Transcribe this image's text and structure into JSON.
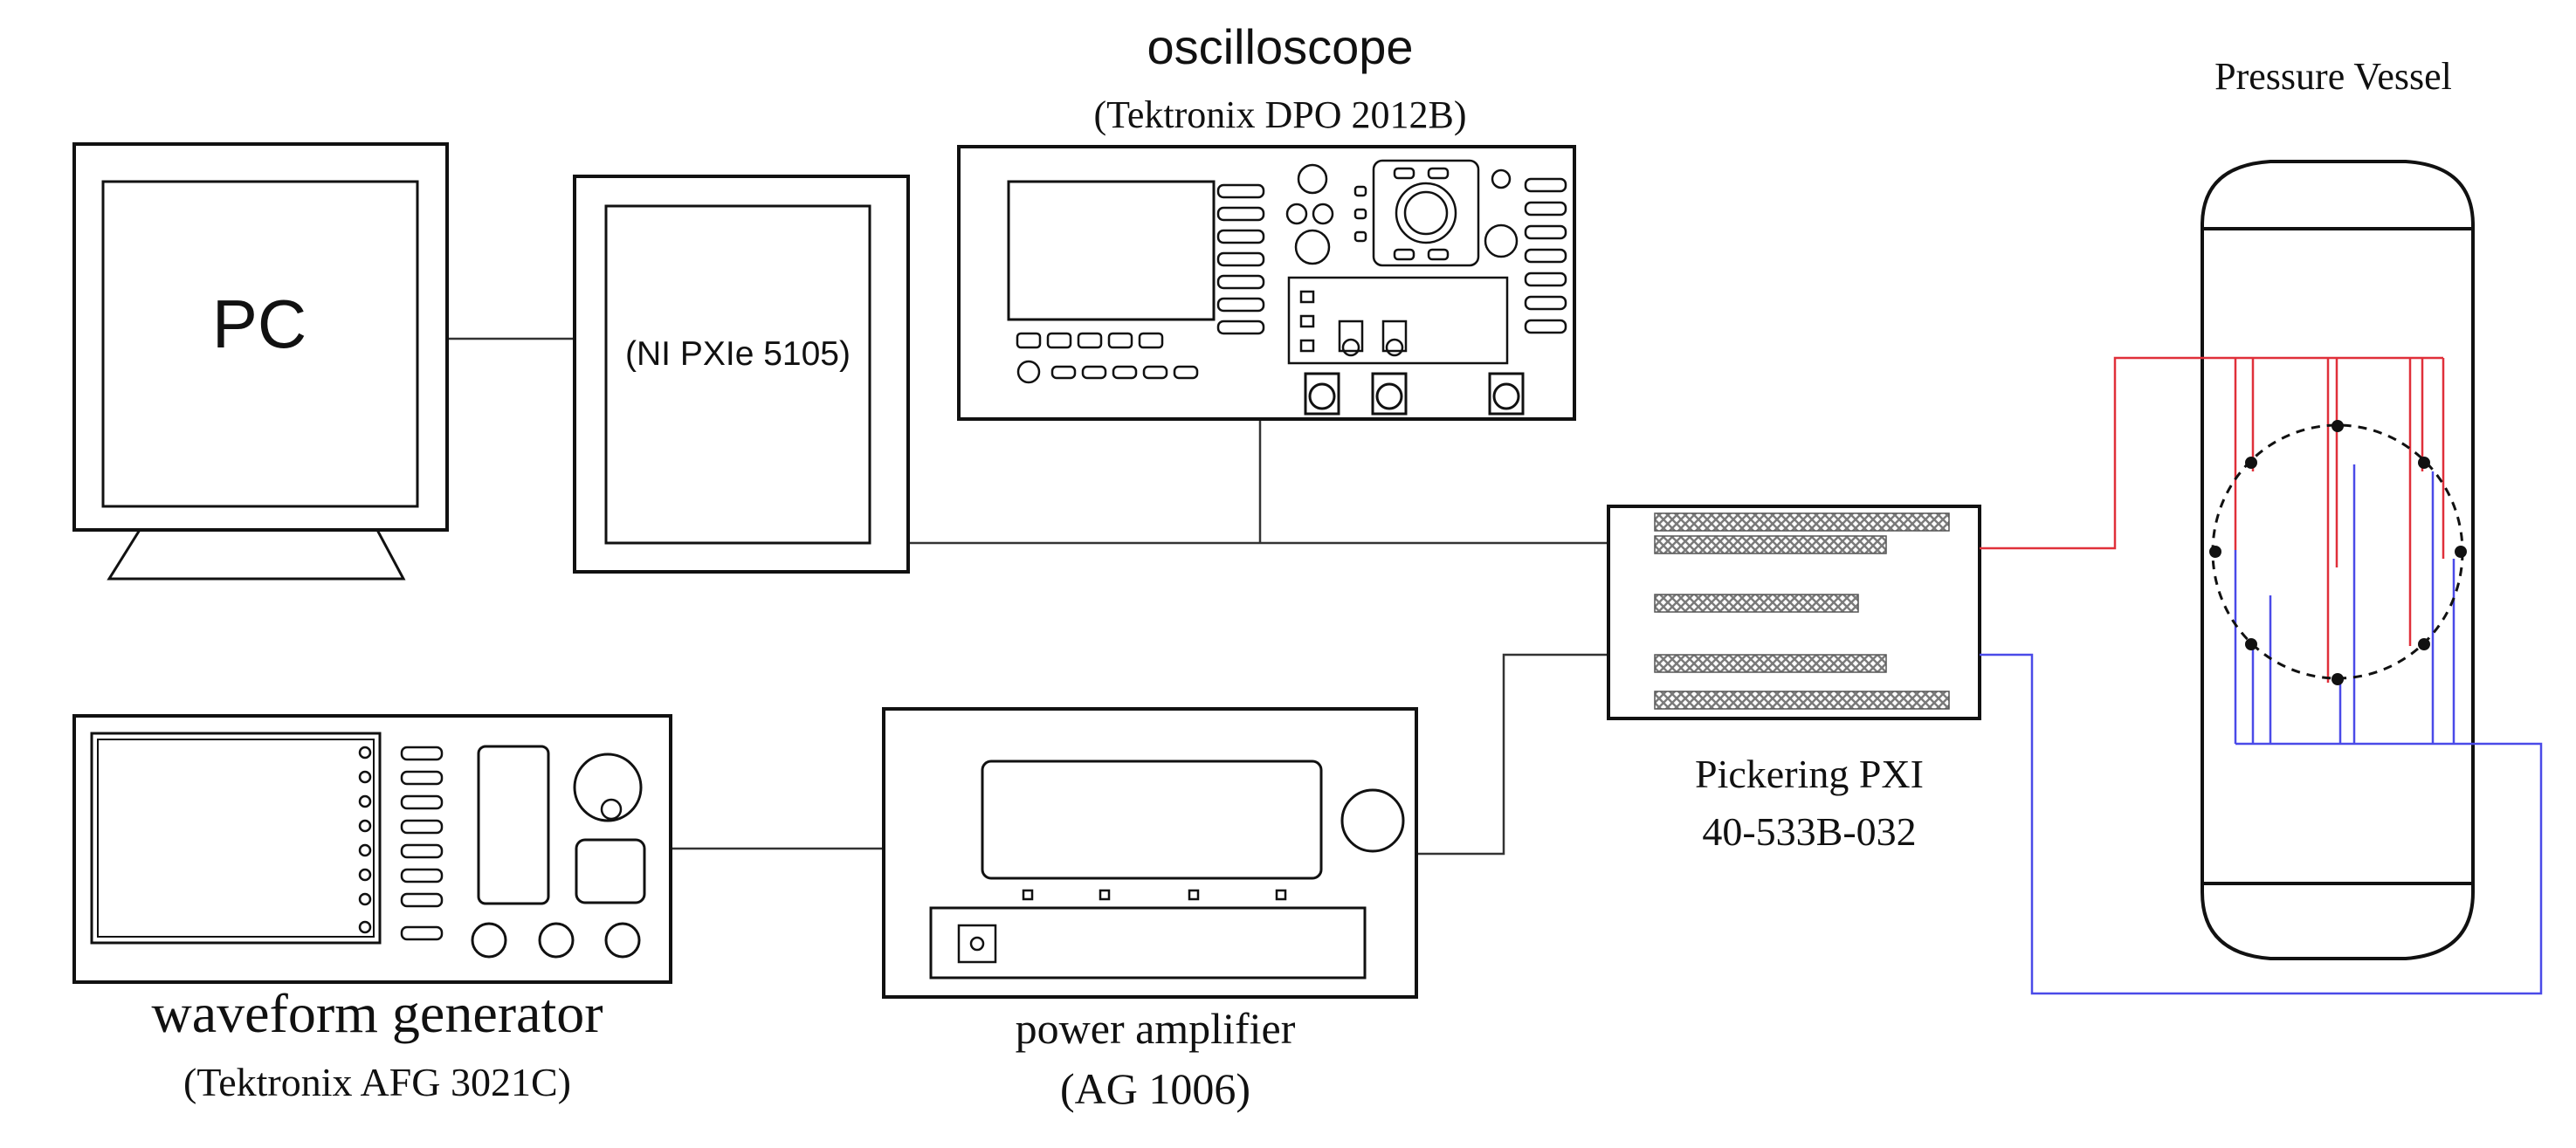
{
  "labels": {
    "pc": "PC",
    "digitizer": "(NI PXIe 5105)",
    "oscilloscope_title": "oscilloscope",
    "oscilloscope_model": "(Tektronix DPO 2012B)",
    "pressure_vessel": "Pressure Vessel",
    "pickering_line1": "Pickering PXI",
    "pickering_line2": "40-533B-032",
    "waveform_title": "waveform generator",
    "waveform_model": "(Tektronix AFG 3021C)",
    "amplifier_title": "power amplifier",
    "amplifier_model": "(AG 1006)"
  },
  "colors": {
    "line": "#111111",
    "red_wire": "#e0303a",
    "blue_wire": "#4a4ae8",
    "hatch": "#8a8a8a"
  },
  "icons": [
    "monitor-icon",
    "oscilloscope-icon",
    "digitizer-icon",
    "waveform-generator-icon",
    "power-amplifier-icon",
    "switch-matrix-icon",
    "pressure-vessel-icon",
    "sensor-ring-icon"
  ]
}
